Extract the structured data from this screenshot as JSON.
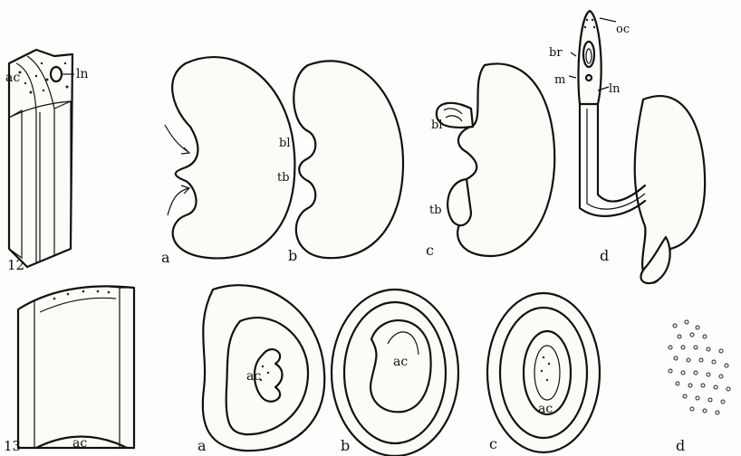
{
  "figure_12": {
    "number": "12",
    "labels": {
      "ac": "ac",
      "ln": "ln"
    }
  },
  "figure_13": {
    "number": "13",
    "labels": {
      "ac": "ac"
    }
  },
  "top_row": [
    {
      "letter": "a",
      "labels": []
    },
    {
      "letter": "b",
      "labels": [
        "bl",
        "tb"
      ]
    },
    {
      "letter": "c",
      "labels": [
        "bl",
        "tb"
      ]
    },
    {
      "letter": "d",
      "labels": [
        "oc",
        "br",
        "m",
        "ln"
      ]
    }
  ],
  "bottom_row": [
    {
      "letter": "a",
      "labels": [
        "ac"
      ]
    },
    {
      "letter": "b",
      "labels": [
        "ac"
      ]
    },
    {
      "letter": "c",
      "labels": [
        "ac"
      ]
    },
    {
      "letter": "d",
      "labels": []
    }
  ],
  "text": {
    "top_b_bl": "bl",
    "top_b_tb": "tb",
    "top_c_bl": "bl",
    "top_c_tb": "tb",
    "top_d_oc": "oc",
    "top_d_br": "br",
    "top_d_m": "m",
    "top_d_ln": "ln",
    "bot_a_ac": "ac",
    "bot_b_ac": "ac",
    "bot_c_ac": "ac"
  },
  "colors": {
    "ink": "#111111",
    "paper": "#fbfbf7"
  }
}
